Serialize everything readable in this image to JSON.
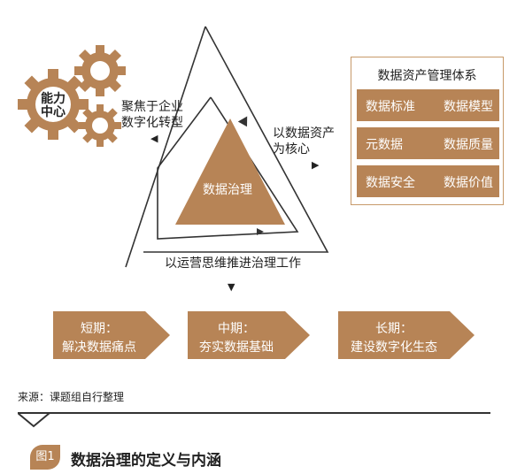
{
  "gears": {
    "label": "能力\n中心",
    "color": "#b78456"
  },
  "focus_label": "聚焦于企业\n数字化转型",
  "core_label": "以数据资产\n为核心",
  "center_label": "数据治理",
  "bottom_label": "以运营思维推进治理工作",
  "system": {
    "title": "数据资产管理体系",
    "rows": [
      [
        "数据标准",
        "数据模型"
      ],
      [
        "元数据",
        "数据质量"
      ],
      [
        "数据安全",
        "数据价值"
      ]
    ]
  },
  "stages": [
    {
      "term": "短期：",
      "desc": "解决数据痛点"
    },
    {
      "term": "中期：",
      "desc": "夯实数据基础"
    },
    {
      "term": "长期：",
      "desc": "建设数字化生态"
    }
  ],
  "source": "来源：课题组自行整理",
  "figure": {
    "tag": "图1",
    "title": "数据治理的定义与内涵"
  },
  "colors": {
    "accent": "#b78456",
    "box_border": "#c79a6a",
    "line": "#333333"
  }
}
